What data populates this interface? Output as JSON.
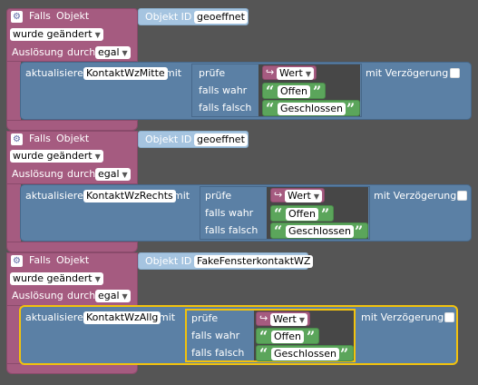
{
  "colors": {
    "event_block": "#a55b80",
    "action_block": "#5b80a5",
    "object_id_block": "#a5c4e0",
    "text_block": "#5ba55b",
    "selected_outline": "#f2c20d",
    "workspace": "#555555"
  },
  "icons": {
    "gear": "gear-icon",
    "value_arrow": "return-arrow-icon"
  },
  "blocks": [
    {
      "falls": "Falls",
      "objekt": "Objekt",
      "object_id_label": "Objekt ID",
      "object_id_value": "geoeffnet",
      "condition": "wurde geändert",
      "trigger_label": "Auslösung",
      "durch": "durch",
      "trigger_value": "egal",
      "action": {
        "aktualisiere": "aktualisiere",
        "target": "KontaktWzMitte",
        "mit": "mit",
        "pruefe": "prüfe",
        "wert": "Wert",
        "falls_wahr": "falls wahr",
        "wahr_text": "Offen",
        "falls_falsch": "falls falsch",
        "falsch_text": "Geschlossen",
        "verzoegerung": "mit Verzögerung"
      }
    },
    {
      "falls": "Falls",
      "objekt": "Objekt",
      "object_id_label": "Objekt ID",
      "object_id_value": "geoeffnet",
      "condition": "wurde geändert",
      "trigger_label": "Auslösung",
      "durch": "durch",
      "trigger_value": "egal",
      "action": {
        "aktualisiere": "aktualisiere",
        "target": "KontaktWzRechts",
        "mit": "mit",
        "pruefe": "prüfe",
        "wert": "Wert",
        "falls_wahr": "falls wahr",
        "wahr_text": "Offen",
        "falls_falsch": "falls falsch",
        "falsch_text": "Geschlossen",
        "verzoegerung": "mit Verzögerung"
      }
    },
    {
      "falls": "Falls",
      "objekt": "Objekt",
      "object_id_label": "Objekt ID",
      "object_id_value": "FakeFensterkontaktWZ",
      "condition": "wurde geändert",
      "trigger_label": "Auslösung",
      "durch": "durch",
      "trigger_value": "egal",
      "action": {
        "aktualisiere": "aktualisiere",
        "target": "KontaktWzAllg",
        "mit": "mit",
        "pruefe": "prüfe",
        "wert": "Wert",
        "falls_wahr": "falls wahr",
        "wahr_text": "Offen",
        "falls_falsch": "falls falsch",
        "falsch_text": "Geschlossen",
        "verzoegerung": "mit Verzögerung"
      }
    }
  ]
}
